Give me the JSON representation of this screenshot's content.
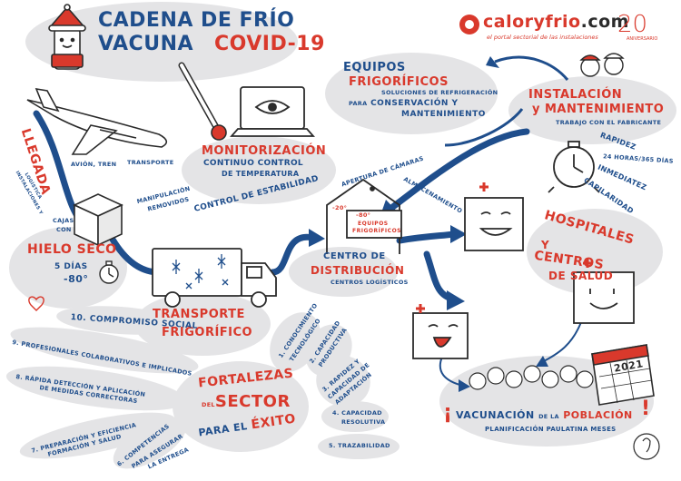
{
  "title": {
    "line1": "CADENA DE FRÍO",
    "line2": "VACUNA",
    "covid": "COVID-19"
  },
  "logo": {
    "brand_a": "caloryfrio",
    "brand_b": ".com",
    "tagline": "el portal sectorial de las instalaciones",
    "anniv_num": "20",
    "anniv_label": "ANIVERSARIO"
  },
  "equipos": {
    "title1": "EQUIPOS",
    "title2": "FRIGORÍFICOS",
    "sub1": "SOLUCIONES DE REFRIGERACIÓN",
    "sub2_a": "PARA",
    "sub2_b": "CONSERVACIÓN Y",
    "sub3": "MANTENIMIENTO"
  },
  "instalacion": {
    "title1": "INSTALACIÓN",
    "title2": "y MANTENIMIENTO",
    "sub": "TRABAJO CON EL FABRICANTE",
    "rapidez": "RAPIDEZ",
    "horas": "24 HORAS/365 DÍAS",
    "inmediatez": "INMEDIATEZ",
    "capilaridad": "CAPILARIDAD"
  },
  "llegada": {
    "title": "LLEGADA",
    "sub1": "AVIÓN, TREN",
    "sub2": "TRANSPORTE",
    "sub3": "LOGÍSTICA",
    "sub4": "INSTALACIONES Y"
  },
  "monitorizacion": {
    "title": "MONITORIZACIÓN",
    "sub1": "CONTINUO CONTROL",
    "sub2": "DE TEMPERATURA",
    "sub3": "CONTROL DE ESTABILIDAD"
  },
  "manipulacion": {
    "l1": "MANIPULACIÓN",
    "l2": "REMOVIDOS"
  },
  "hielo": {
    "cajas1": "CAJAS",
    "cajas2": "CON",
    "title": "HIELO SECO",
    "dias": "5 DÍAS",
    "temp": "-80°"
  },
  "transporte": {
    "line1": "TRANSPORTE",
    "line2": "FRIGORÍFICO"
  },
  "centro": {
    "apertura": "APERTURA DE CÁMARAS",
    "almacenamiento": "ALMACENAMIENTO",
    "box1": "EQUIPOS",
    "box2": "FRIGORÍFICOS",
    "temp1": "-20°",
    "temp2": "-80°",
    "l1": "CENTRO DE",
    "l2": "DISTRIBUCIÓN",
    "l3": "CENTROS LOGÍSTICOS"
  },
  "hospitales": {
    "l1": "HOSPITALES",
    "l2": "Y",
    "l3": "CENTROS",
    "l4": "DE SALUD"
  },
  "vacunacion": {
    "excl1": "¡",
    "title_a": "VACUNACIÓN",
    "title_b": "DE LA",
    "title_c": "POBLACIÓN",
    "excl2": "!",
    "sub": "PLANIFICACIÓN PAULATINA MESES",
    "year": "2021"
  },
  "fortalezas": {
    "l1": "FORTALEZAS",
    "l2a": "DEL",
    "l2b": "SECTOR",
    "l3a": "PARA EL",
    "l3b": "ÉXITO"
  },
  "items": {
    "i1a": "1. CONOCIMIENTO",
    "i1b": "TECNOLÓGICO",
    "i2a": "2. CAPACIDAD",
    "i2b": "PRODUCTIVA",
    "i3a": "3. RAPIDEZ Y",
    "i3b": "CAPACIDAD DE",
    "i3c": "ADAPTACIÓN",
    "i4a": "4. CAPACIDAD",
    "i4b": "RESOLUTIVA",
    "i5": "5. TRAZABILIDAD",
    "i6a": "6. COMPETENCIAS",
    "i6b": "PARA ASEGURAR",
    "i6c": "LA ENTREGA",
    "i7a": "7. PREPARACIÓN Y EFICIENCIA",
    "i7b": "FORMACIÓN Y SALUD",
    "i8a": "8. RÁPIDA DETECCIÓN Y APLICACIÓN",
    "i8b": "DE MEDIDAS CORRECTORAS",
    "i9": "9. PROFESIONALES COLABORATIVOS E IMPLICADOS",
    "i10": "10. COMPROMISO SOCIAL"
  },
  "colors": {
    "blue": "#1f4e8c",
    "red": "#d9392c",
    "grey": "#e4e4e6",
    "ink": "#2b2b2b"
  }
}
